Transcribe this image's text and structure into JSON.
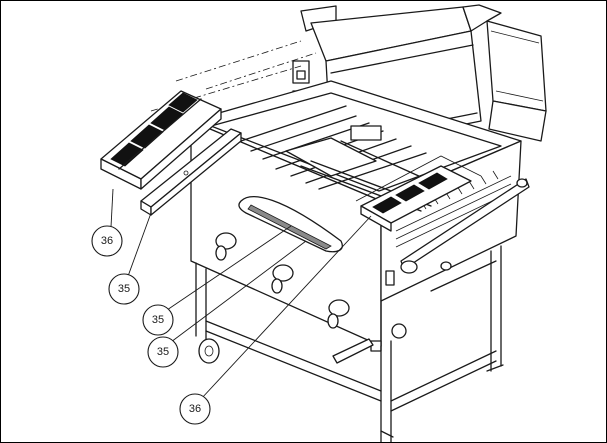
{
  "diagram": {
    "callouts": [
      {
        "id": "callout-36-left",
        "label": "36"
      },
      {
        "id": "callout-35-left",
        "label": "35"
      },
      {
        "id": "callout-35-mid-upper",
        "label": "35"
      },
      {
        "id": "callout-35-mid-lower",
        "label": "35"
      },
      {
        "id": "callout-36-bottom",
        "label": "36"
      }
    ]
  },
  "colors": {
    "line": "#1a1a1a",
    "background": "#ffffff",
    "grate_fill": "#111111"
  }
}
